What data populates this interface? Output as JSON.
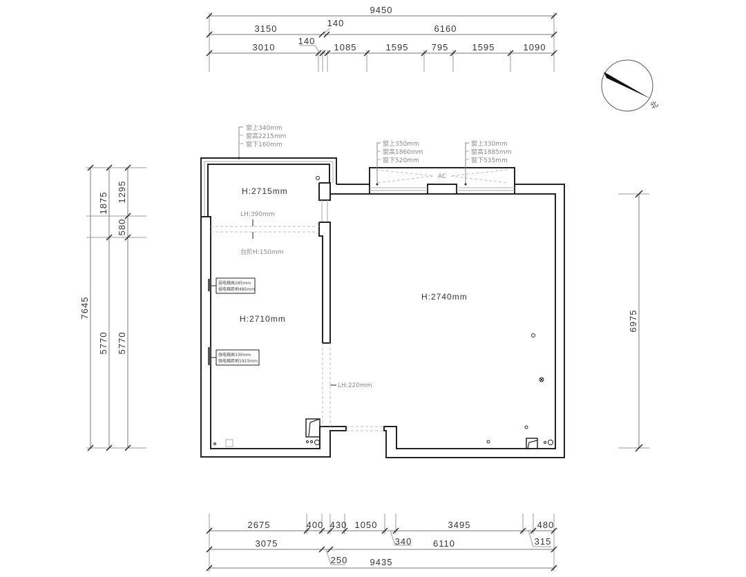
{
  "top_dimensions": {
    "overall": "9450",
    "row2": [
      "3150",
      "140",
      "6160"
    ],
    "row3": [
      "3010",
      "140",
      "1085",
      "1595",
      "795",
      "1595",
      "1090"
    ]
  },
  "bottom_dimensions": {
    "row1": [
      "2675",
      "400",
      "430",
      "1050",
      "3495",
      "480"
    ],
    "row1_leaders": [
      "340",
      "315"
    ],
    "row2": [
      "3075",
      "6110"
    ],
    "row2_leader": "250",
    "overall": "9435"
  },
  "left_dimensions": {
    "overall": "7645",
    "col2": [
      "1875",
      "5770"
    ],
    "col3": [
      "1295",
      "580",
      "5770"
    ]
  },
  "right_dimensions": {
    "overall": "6975"
  },
  "compass": {
    "label": "北"
  },
  "windows": [
    {
      "lines": [
        "窗上340mm",
        "窗高2215mm",
        "窗下160mm"
      ]
    },
    {
      "lines": [
        "窗上350mm",
        "窗高1860mm",
        "窗下520mm"
      ]
    },
    {
      "lines": [
        "窗上330mm",
        "窗高1885mm",
        "窗下535mm"
      ]
    }
  ],
  "ac_label": "AC",
  "rooms": {
    "balcony_height": "H:2715mm",
    "left_height": "H:2710mm",
    "main_height": "H:2740mm"
  },
  "annotations": {
    "beam_lh": "LH:390mm",
    "step_h": "台阶H:150mm",
    "door_lh": "LH:220mm"
  },
  "panel_boxes": [
    {
      "lines": [
        "弱电箱高285mm",
        "弱电箱距地485mm"
      ]
    },
    {
      "lines": [
        "强电箱高330mm",
        "强电箱距地1915mm"
      ]
    }
  ]
}
